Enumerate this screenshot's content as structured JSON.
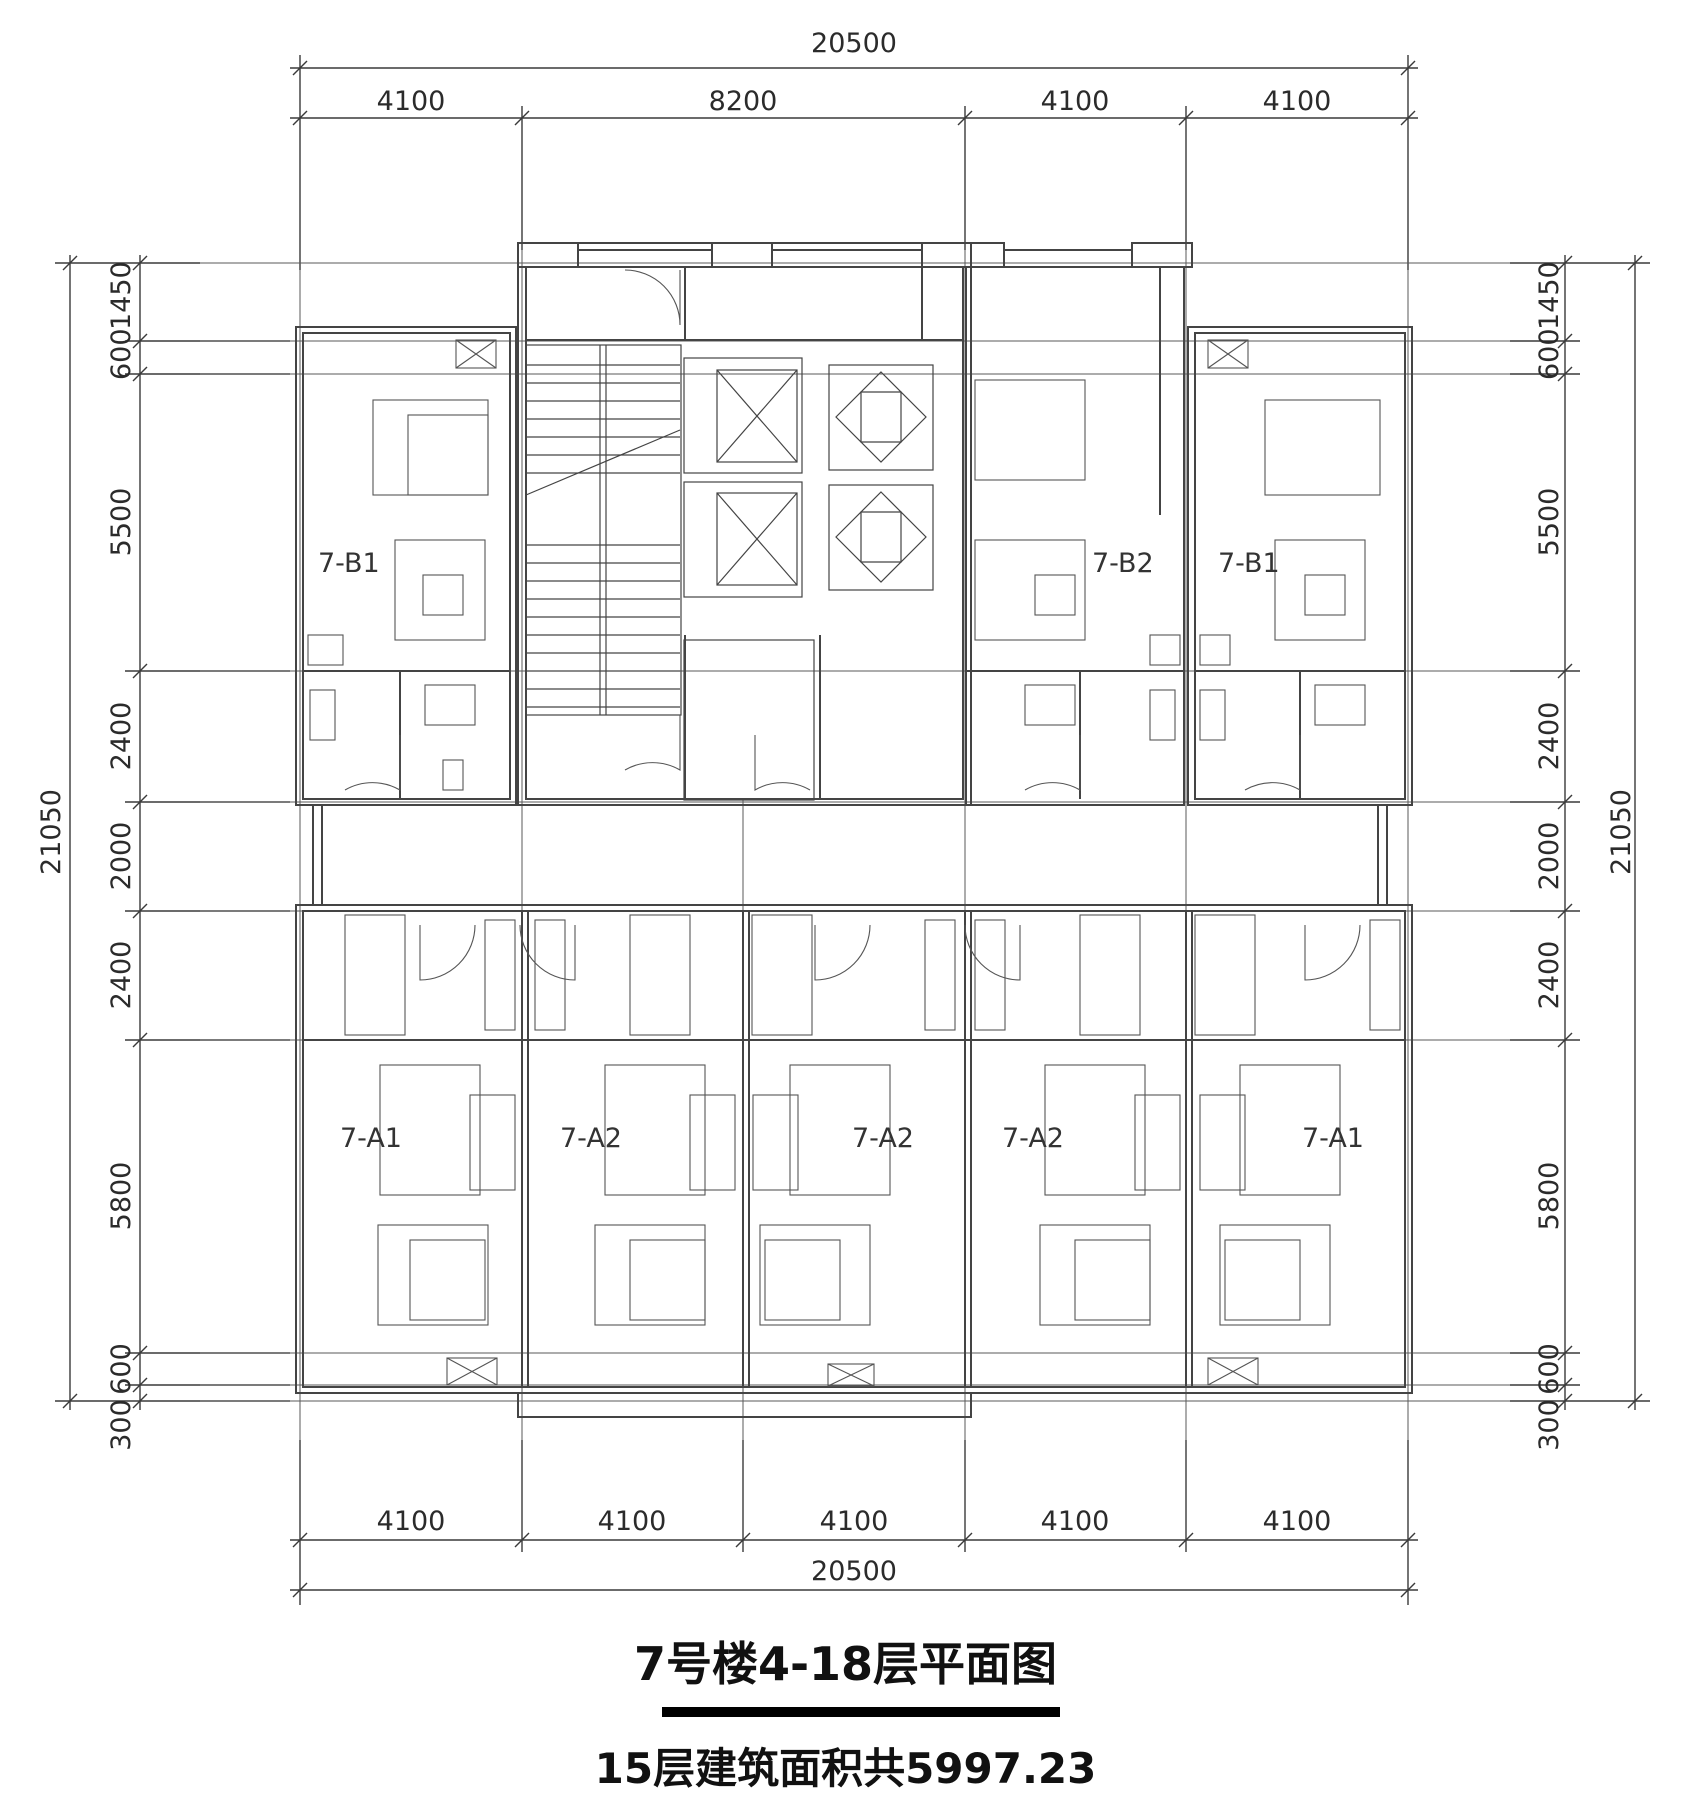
{
  "dimensions": {
    "top_total": "20500",
    "top_segments": [
      "4100",
      "8200",
      "4100",
      "4100"
    ],
    "bottom_segments": [
      "4100",
      "4100",
      "4100",
      "4100",
      "4100"
    ],
    "bottom_total": "20500",
    "left_total": "21050",
    "right_total": "21050",
    "side_segments": [
      "600",
      "1450",
      "5500",
      "2400",
      "2000",
      "2400",
      "5800",
      "600",
      "300"
    ]
  },
  "units": {
    "top": [
      "7-B1",
      "7-B2",
      "7-B1"
    ],
    "bottom": [
      "7-A1",
      "7-A2",
      "7-A2",
      "7-A2",
      "7-A1"
    ]
  },
  "title": {
    "main": "7号楼4-18层平面图",
    "sub": "15层建筑面积共5997.23"
  },
  "colors": {
    "line": "#3a3a3a",
    "wall": "#555555",
    "text": "#111111",
    "underline": "#000000"
  }
}
